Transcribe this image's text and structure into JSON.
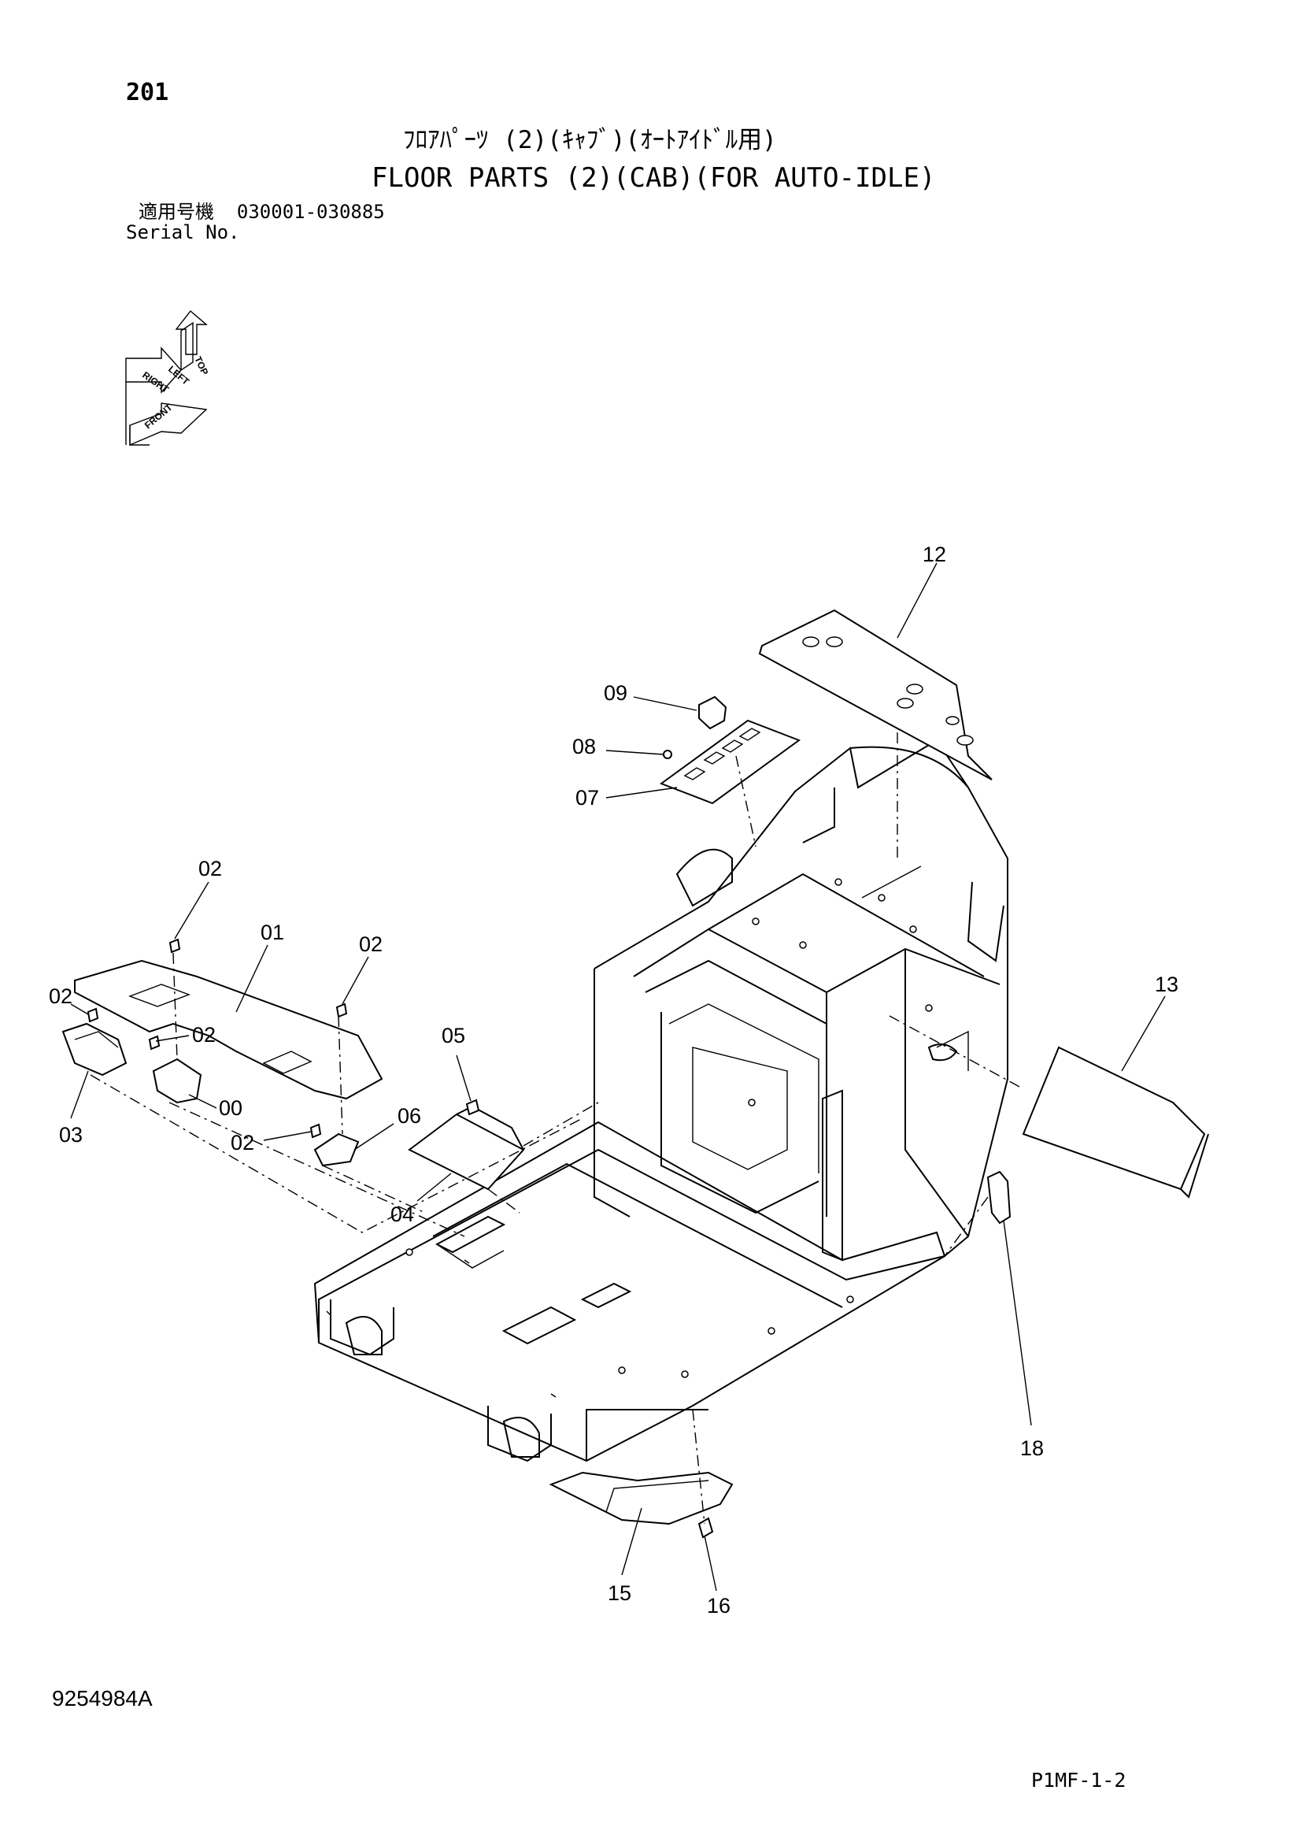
{
  "page": {
    "page_number": "201",
    "title_jp": "ﾌﾛｱﾊﾟｰﾂ (2)(ｷｬﾌﾞ)(ｵｰﾄｱｲﾄﾞﾙ用)",
    "title_en": "FLOOR PARTS (2)(CAB)(FOR AUTO-IDLE)",
    "serial_label_jp": "適用号機",
    "serial_range": "030001-030885",
    "serial_label_en": "Serial No.",
    "document_number": "9254984A",
    "figure_code": "P1MF-1-2"
  },
  "orientation": {
    "labels": [
      "TOP",
      "LEFT",
      "RIGHT",
      "FRONT"
    ]
  },
  "callouts": [
    "00",
    "01",
    "02",
    "02",
    "02",
    "02",
    "02",
    "03",
    "04",
    "05",
    "06",
    "07",
    "08",
    "09",
    "12",
    "13",
    "15",
    "16",
    "18"
  ]
}
